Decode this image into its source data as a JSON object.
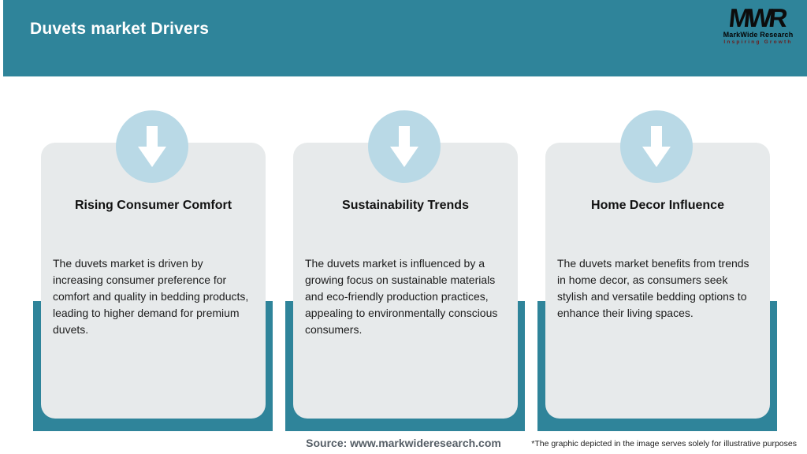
{
  "header": {
    "title": "Duvets market Drivers"
  },
  "logo": {
    "monogram": "MWR",
    "name": "MarkWide Research",
    "tagline": "Inspiring Growth"
  },
  "cards": [
    {
      "icon": "arrow-down-icon",
      "title": "Rising Consumer Comfort",
      "body": "The duvets market is driven by increasing consumer preference for comfort and quality in bedding products, leading to higher demand for premium duvets."
    },
    {
      "icon": "arrow-down-icon",
      "title": "Sustainability Trends",
      "body": "The duvets market is influenced by a growing focus on sustainable materials and eco-friendly production practices, appealing to environmentally conscious consumers."
    },
    {
      "icon": "arrow-down-icon",
      "title": "Home Decor Influence",
      "body": "The duvets market benefits from trends in home decor, as consumers seek stylish and versatile bedding options to enhance their living spaces."
    }
  ],
  "footer": {
    "source": "Source: www.markwideresearch.com",
    "disclaimer": "*The graphic depicted in the image serves solely for illustrative purposes"
  },
  "colors": {
    "teal": "#2F849A",
    "circle_blue": "#B9D9E6",
    "card_bg": "#E7EAEB",
    "tagline_red": "#6B1D1D",
    "source_gray": "#555E66"
  }
}
